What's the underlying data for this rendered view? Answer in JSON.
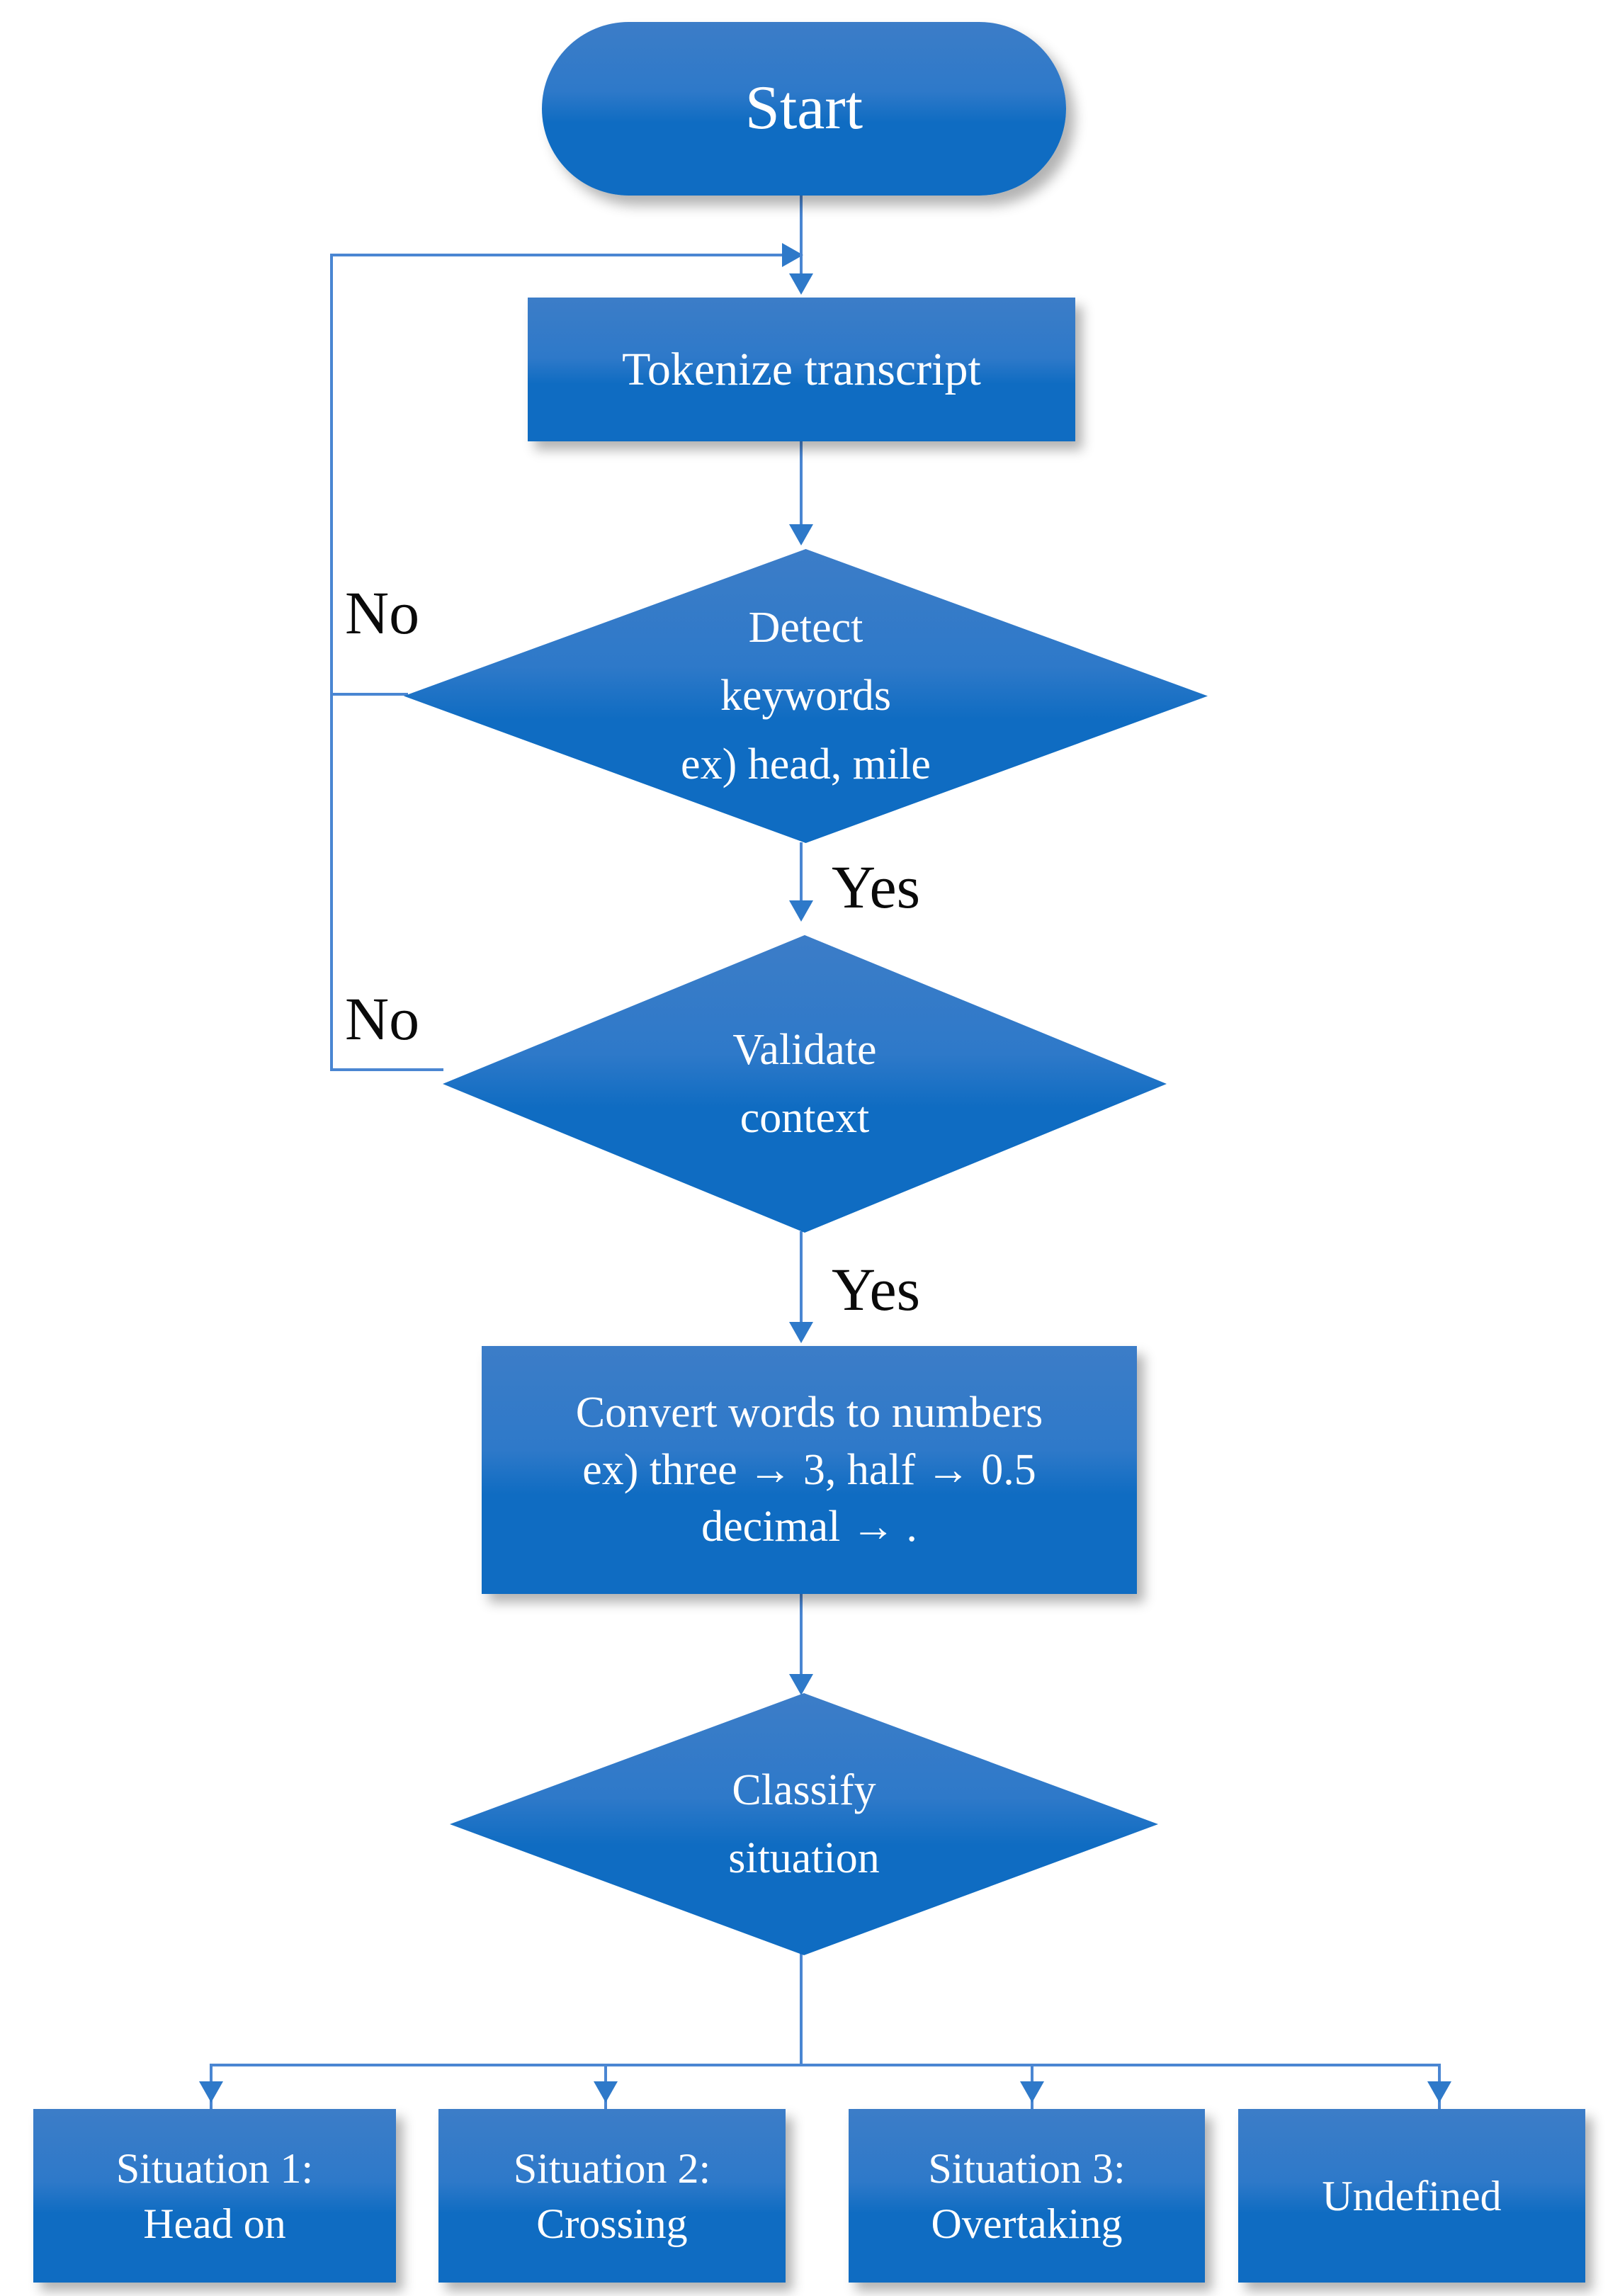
{
  "diagram": {
    "type": "flowchart",
    "title": "Transcript keyword detection and situation classification flowchart",
    "colors": {
      "node_fill_top": "#3C7DC8",
      "node_fill_bottom": "#0F6CC2",
      "node_text": "#FFFFFF",
      "connector": "#4A86D2",
      "arrowhead": "#2E79C9",
      "edge_label_text": "#0A0A0A",
      "background": "#FFFFFF"
    },
    "nodes": {
      "start": {
        "label": "Start",
        "shape": "stadium"
      },
      "tokenize": {
        "label": "Tokenize transcript",
        "shape": "rectangle"
      },
      "detect_keywords": {
        "label": "Detect\nkeywords\nex) head, mile",
        "shape": "diamond"
      },
      "validate_context": {
        "label": "Validate\ncontext",
        "shape": "diamond"
      },
      "convert_numbers": {
        "label": "Convert words to numbers\nex) three → 3, half → 0.5\ndecimal → .",
        "shape": "rectangle"
      },
      "classify": {
        "label": "Classify\nsituation",
        "shape": "diamond"
      }
    },
    "outcomes": [
      {
        "label": "Situation 1:\nHead on"
      },
      {
        "label": "Situation 2:\nCrossing"
      },
      {
        "label": "Situation 3:\nOvertaking"
      },
      {
        "label": "Undefined"
      }
    ],
    "edge_labels": {
      "detect_no": "No",
      "detect_yes": "Yes",
      "validate_no": "No",
      "validate_yes": "Yes"
    }
  }
}
